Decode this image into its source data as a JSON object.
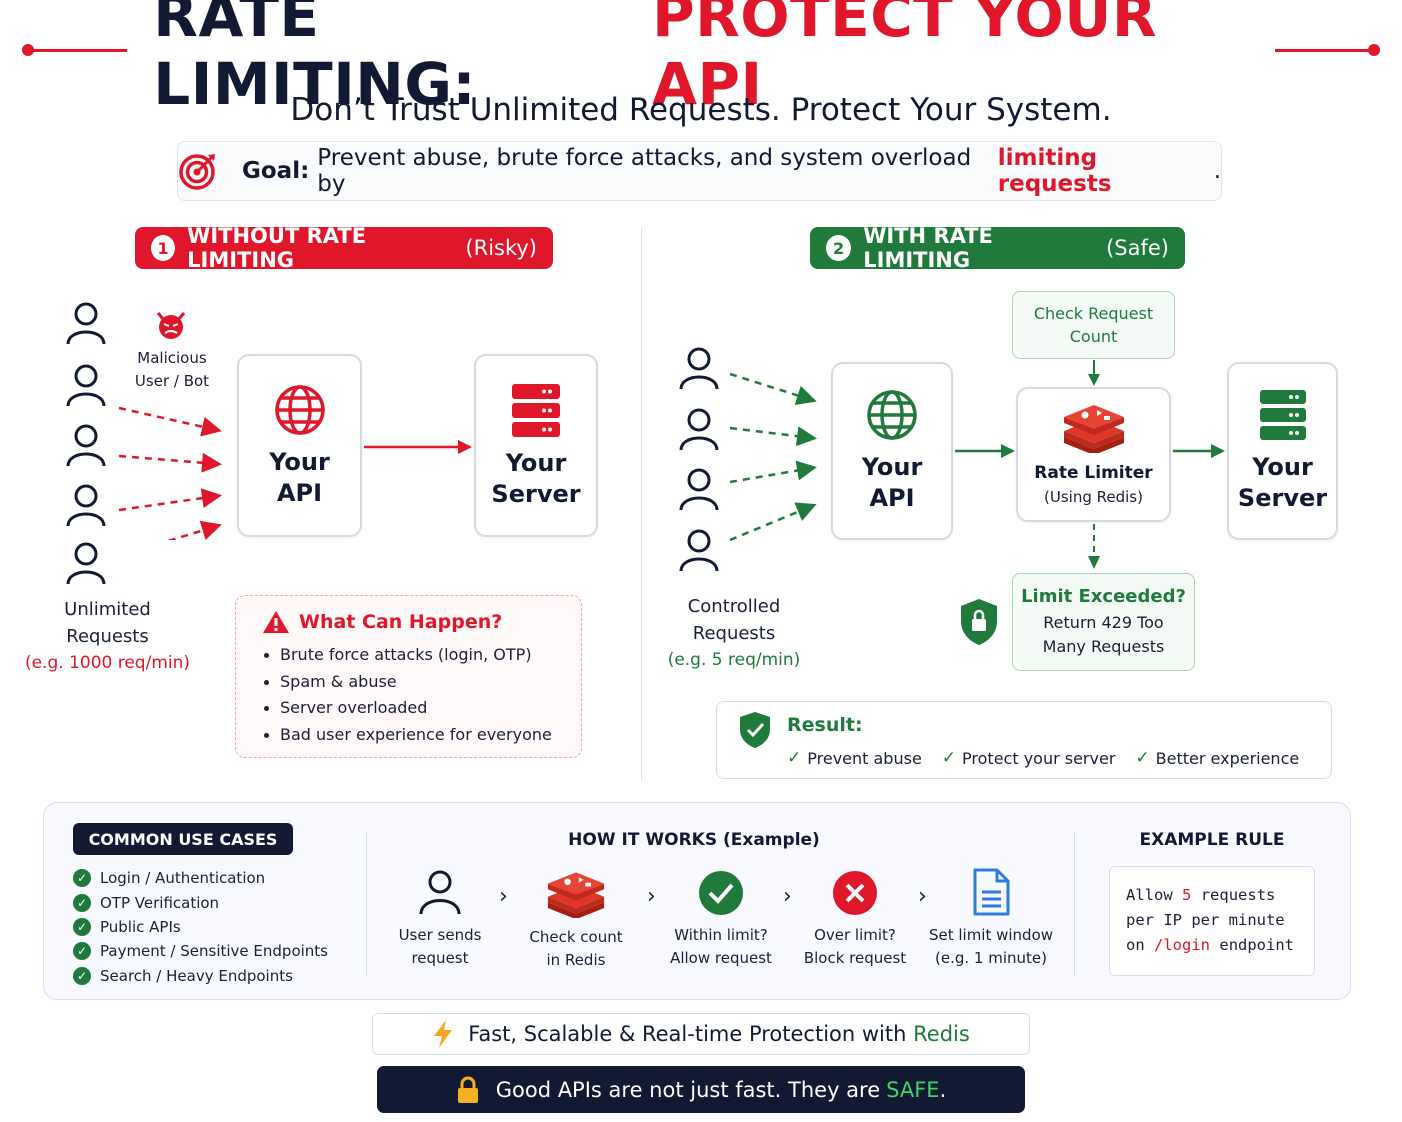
{
  "header": {
    "title_part1": "RATE LIMITING:",
    "title_part2": "PROTECT YOUR API",
    "subtitle": "Don’t Trust Unlimited Requests. Protect Your System."
  },
  "goal": {
    "label": "Goal:",
    "text": "Prevent abuse, brute force attacks, and system overload by",
    "highlight": "limiting requests",
    "end": "."
  },
  "without": {
    "num": "1",
    "title": "WITHOUT RATE LIMITING",
    "tag": "(Risky)",
    "malicious": [
      "Malicious",
      "User / Bot"
    ],
    "api": [
      "Your",
      "API"
    ],
    "server": [
      "Your",
      "Server"
    ],
    "requests": [
      "Unlimited",
      "Requests"
    ],
    "requests_hint": "(e.g. 1000 req/min)",
    "warning_title": "What Can Happen?",
    "warnings": [
      "Brute force attacks (login, OTP)",
      "Spam & abuse",
      "Server overloaded",
      "Bad user experience for everyone"
    ]
  },
  "with": {
    "num": "2",
    "title": "WITH RATE LIMITING",
    "tag": "(Safe)",
    "check": [
      "Check Request",
      "Count"
    ],
    "api": [
      "Your",
      "API"
    ],
    "limiter": [
      "Rate Limiter",
      "(Using Redis)"
    ],
    "server": [
      "Your",
      "Server"
    ],
    "requests": [
      "Controlled",
      "Requests"
    ],
    "requests_hint": "(e.g. 5 req/min)",
    "exceeded_title": "Limit Exceeded?",
    "exceeded_text": [
      "Return 429 Too",
      "Many Requests"
    ],
    "result_title": "Result:",
    "results": [
      "Prevent abuse",
      "Protect your server",
      "Better experience"
    ]
  },
  "use_cases": {
    "title": "COMMON USE CASES",
    "items": [
      "Login / Authentication",
      "OTP Verification",
      "Public APIs",
      "Payment / Sensitive Endpoints",
      "Search / Heavy Endpoints"
    ]
  },
  "how": {
    "title": "HOW IT WORKS (Example)",
    "steps": [
      [
        "User sends",
        "request"
      ],
      [
        "Check count",
        "in Redis"
      ],
      [
        "Within limit?",
        "Allow request"
      ],
      [
        "Over limit?",
        "Block request"
      ],
      [
        "Set limit window",
        "(e.g. 1 minute)"
      ]
    ],
    "chevron": "›"
  },
  "rule": {
    "title": "EXAMPLE RULE",
    "line1_a": "Allow",
    "line1_num": "5",
    "line1_b": "requests",
    "line2": "per IP per minute",
    "line3_a": "on",
    "line3_path": "/login",
    "line3_b": "endpoint"
  },
  "footer": {
    "fast_text": "Fast, Scalable & Real-time Protection with",
    "fast_brand": "Redis",
    "safe_text": "Good APIs are not just fast. They are",
    "safe_word": "SAFE",
    "safe_end": "."
  },
  "colors": {
    "red": "#e0162b",
    "green": "#1f7a3c",
    "navy": "#111933"
  },
  "icons": [
    "target-icon",
    "devil-icon",
    "person-icon",
    "globe-icon",
    "server-icon",
    "redis-icon",
    "shield-lock-icon",
    "shield-check-icon",
    "warning-icon",
    "check-circle-icon",
    "x-circle-icon",
    "document-icon",
    "lightning-icon",
    "lock-icon"
  ]
}
